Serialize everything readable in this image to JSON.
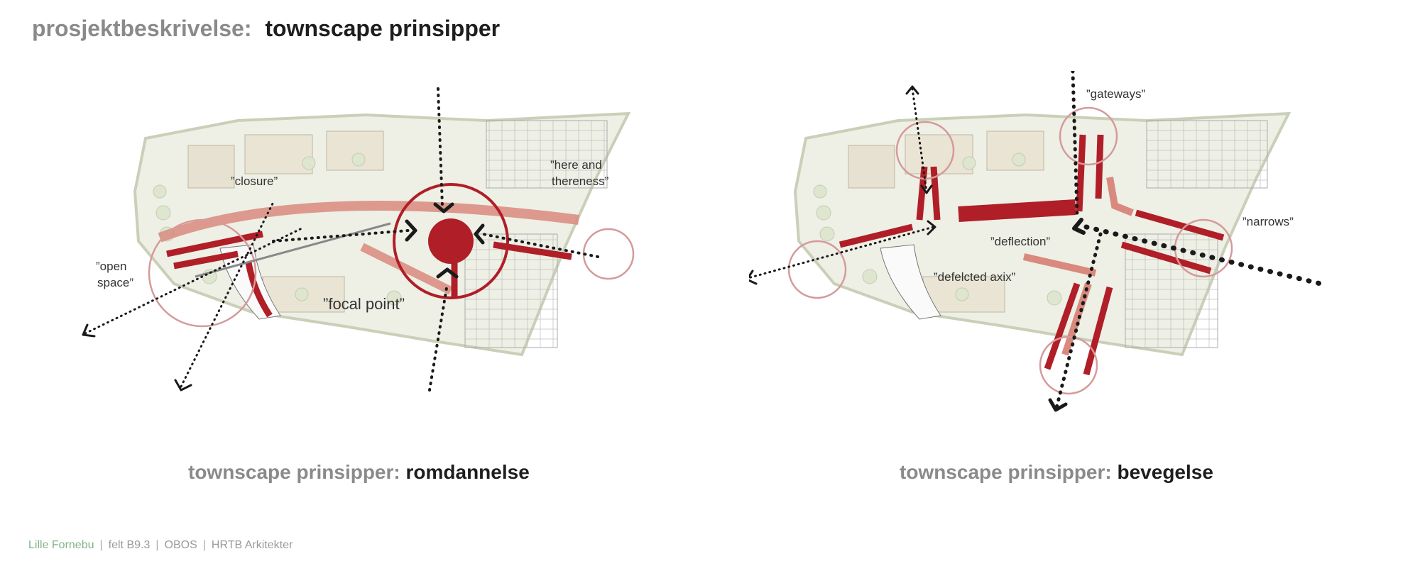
{
  "header": {
    "prefix": "prosjektbeskrivelse:",
    "title": "townscape prinsipper"
  },
  "left_panel": {
    "labels": {
      "closure": "”closure”",
      "here_line1": "”here and",
      "here_line2": "thereness”",
      "open_line1": "”open",
      "open_line2": "space”",
      "focal": "”focal point”"
    },
    "caption": {
      "prefix": "townscape prinsipper:",
      "title": "romdannelse"
    }
  },
  "right_panel": {
    "labels": {
      "gateways": "”gateways”",
      "narrows": "”narrows”",
      "deflection": "”deflection”",
      "deflected_axix": "”defelcted axix”"
    },
    "caption": {
      "prefix": "townscape prinsipper:",
      "title": "bevegelse"
    }
  },
  "footer": {
    "project": "Lille Fornebu",
    "field": "felt B9.3",
    "client": "OBOS",
    "architect": "HRTB Arkitekter"
  },
  "colors": {
    "accent_red": "#b01e28",
    "light_red": "#d27a72",
    "circle_line": "#d59a9a",
    "site_fill": "#eef0e6"
  }
}
